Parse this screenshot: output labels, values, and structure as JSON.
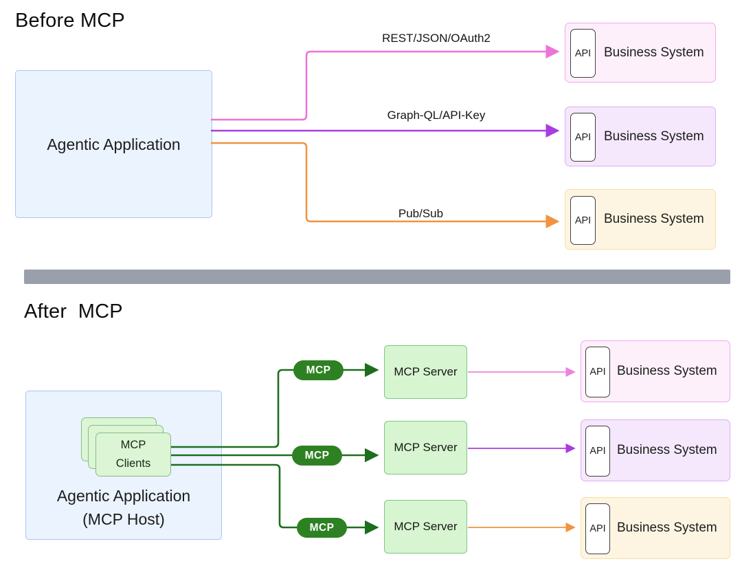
{
  "before": {
    "title": "Before MCP",
    "app": {
      "label": "Agentic Application"
    },
    "connections": [
      {
        "label": "REST/JSON/OAuth2",
        "color": "#ee72d8"
      },
      {
        "label": "Graph-QL/API-Key",
        "color": "#a93ce1"
      },
      {
        "label": "Pub/Sub",
        "color": "#f0943d"
      }
    ],
    "systems": [
      {
        "label": "Business System",
        "api": "API",
        "fill": "#fdf0fb",
        "border": "#f3a7e9"
      },
      {
        "label": "Business System",
        "api": "API",
        "fill": "#f5e8fc",
        "border": "#dcaef2"
      },
      {
        "label": "Business System",
        "api": "API",
        "fill": "#fdf5e1",
        "border": "#f3e0a4"
      }
    ]
  },
  "divider": {
    "color": "#99a0ab"
  },
  "after": {
    "title": "After  MCP",
    "host": {
      "label_line1": "Agentic Application",
      "label_line2": "(MCP Host)"
    },
    "clients": {
      "label_line1": "MCP",
      "label_line2": "Clients"
    },
    "mcp_line_color": "#1d6e1d",
    "mcp_pill_color": "#2e8122",
    "rows": [
      {
        "pill": "MCP",
        "server": "MCP Server",
        "system": "Business System",
        "api": "API",
        "link_color": "#ee82dd"
      },
      {
        "pill": "MCP",
        "server": "MCP Server",
        "system": "Business System",
        "api": "API",
        "link_color": "#a93ce1"
      },
      {
        "pill": "MCP",
        "server": "MCP Server",
        "system": "Business System",
        "api": "API",
        "link_color": "#f0943d"
      }
    ]
  }
}
